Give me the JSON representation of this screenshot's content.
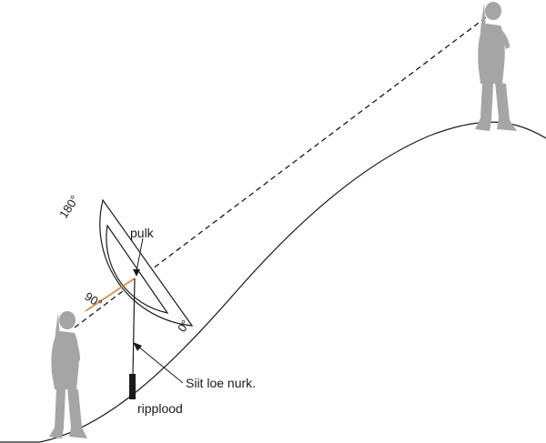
{
  "labels": {
    "stick": "pulk",
    "read_angle": "Siit loe nurk.",
    "plumb_bob": "ripplood",
    "scale_180": "180°",
    "scale_90": "90°",
    "scale_0": "0°"
  },
  "colors": {
    "line": "#1a1a1a",
    "person": "#a5a5a5",
    "angle_marker": "#d9822b"
  },
  "icons": {
    "observer": "person-silhouette",
    "target": "person-silhouette"
  }
}
